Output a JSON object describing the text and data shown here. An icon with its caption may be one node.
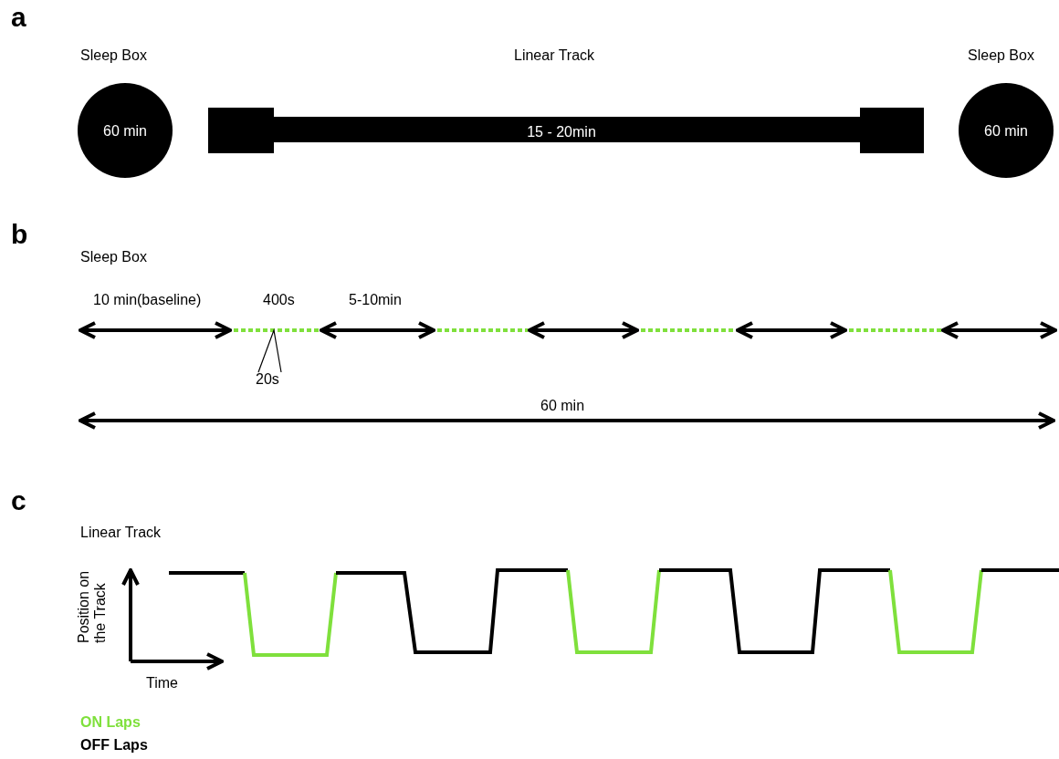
{
  "diagram": {
    "nodes": [
      {
        "text": [
          "60 min"
        ],
        "beside": [
          "Sleep Box"
        ]
      },
      {
        "text": [
          "15 - 20min"
        ],
        "beside": [
          "Linear Track"
        ]
      },
      {
        "text": [
          "60 min"
        ],
        "beside": [
          "Sleep Box"
        ]
      }
    ],
    "labels": [
      "a",
      "b",
      "Sleep Box",
      "10 min(baseline)",
      "400s",
      "5-10min",
      "20s",
      "60 min",
      "c",
      "Linear Track",
      "Position on the Track",
      "Time"
    ],
    "legend": [
      {
        "text": "ON Laps",
        "color": "#7fe03c"
      },
      {
        "text": "OFF Laps",
        "color": "#000000"
      }
    ]
  }
}
